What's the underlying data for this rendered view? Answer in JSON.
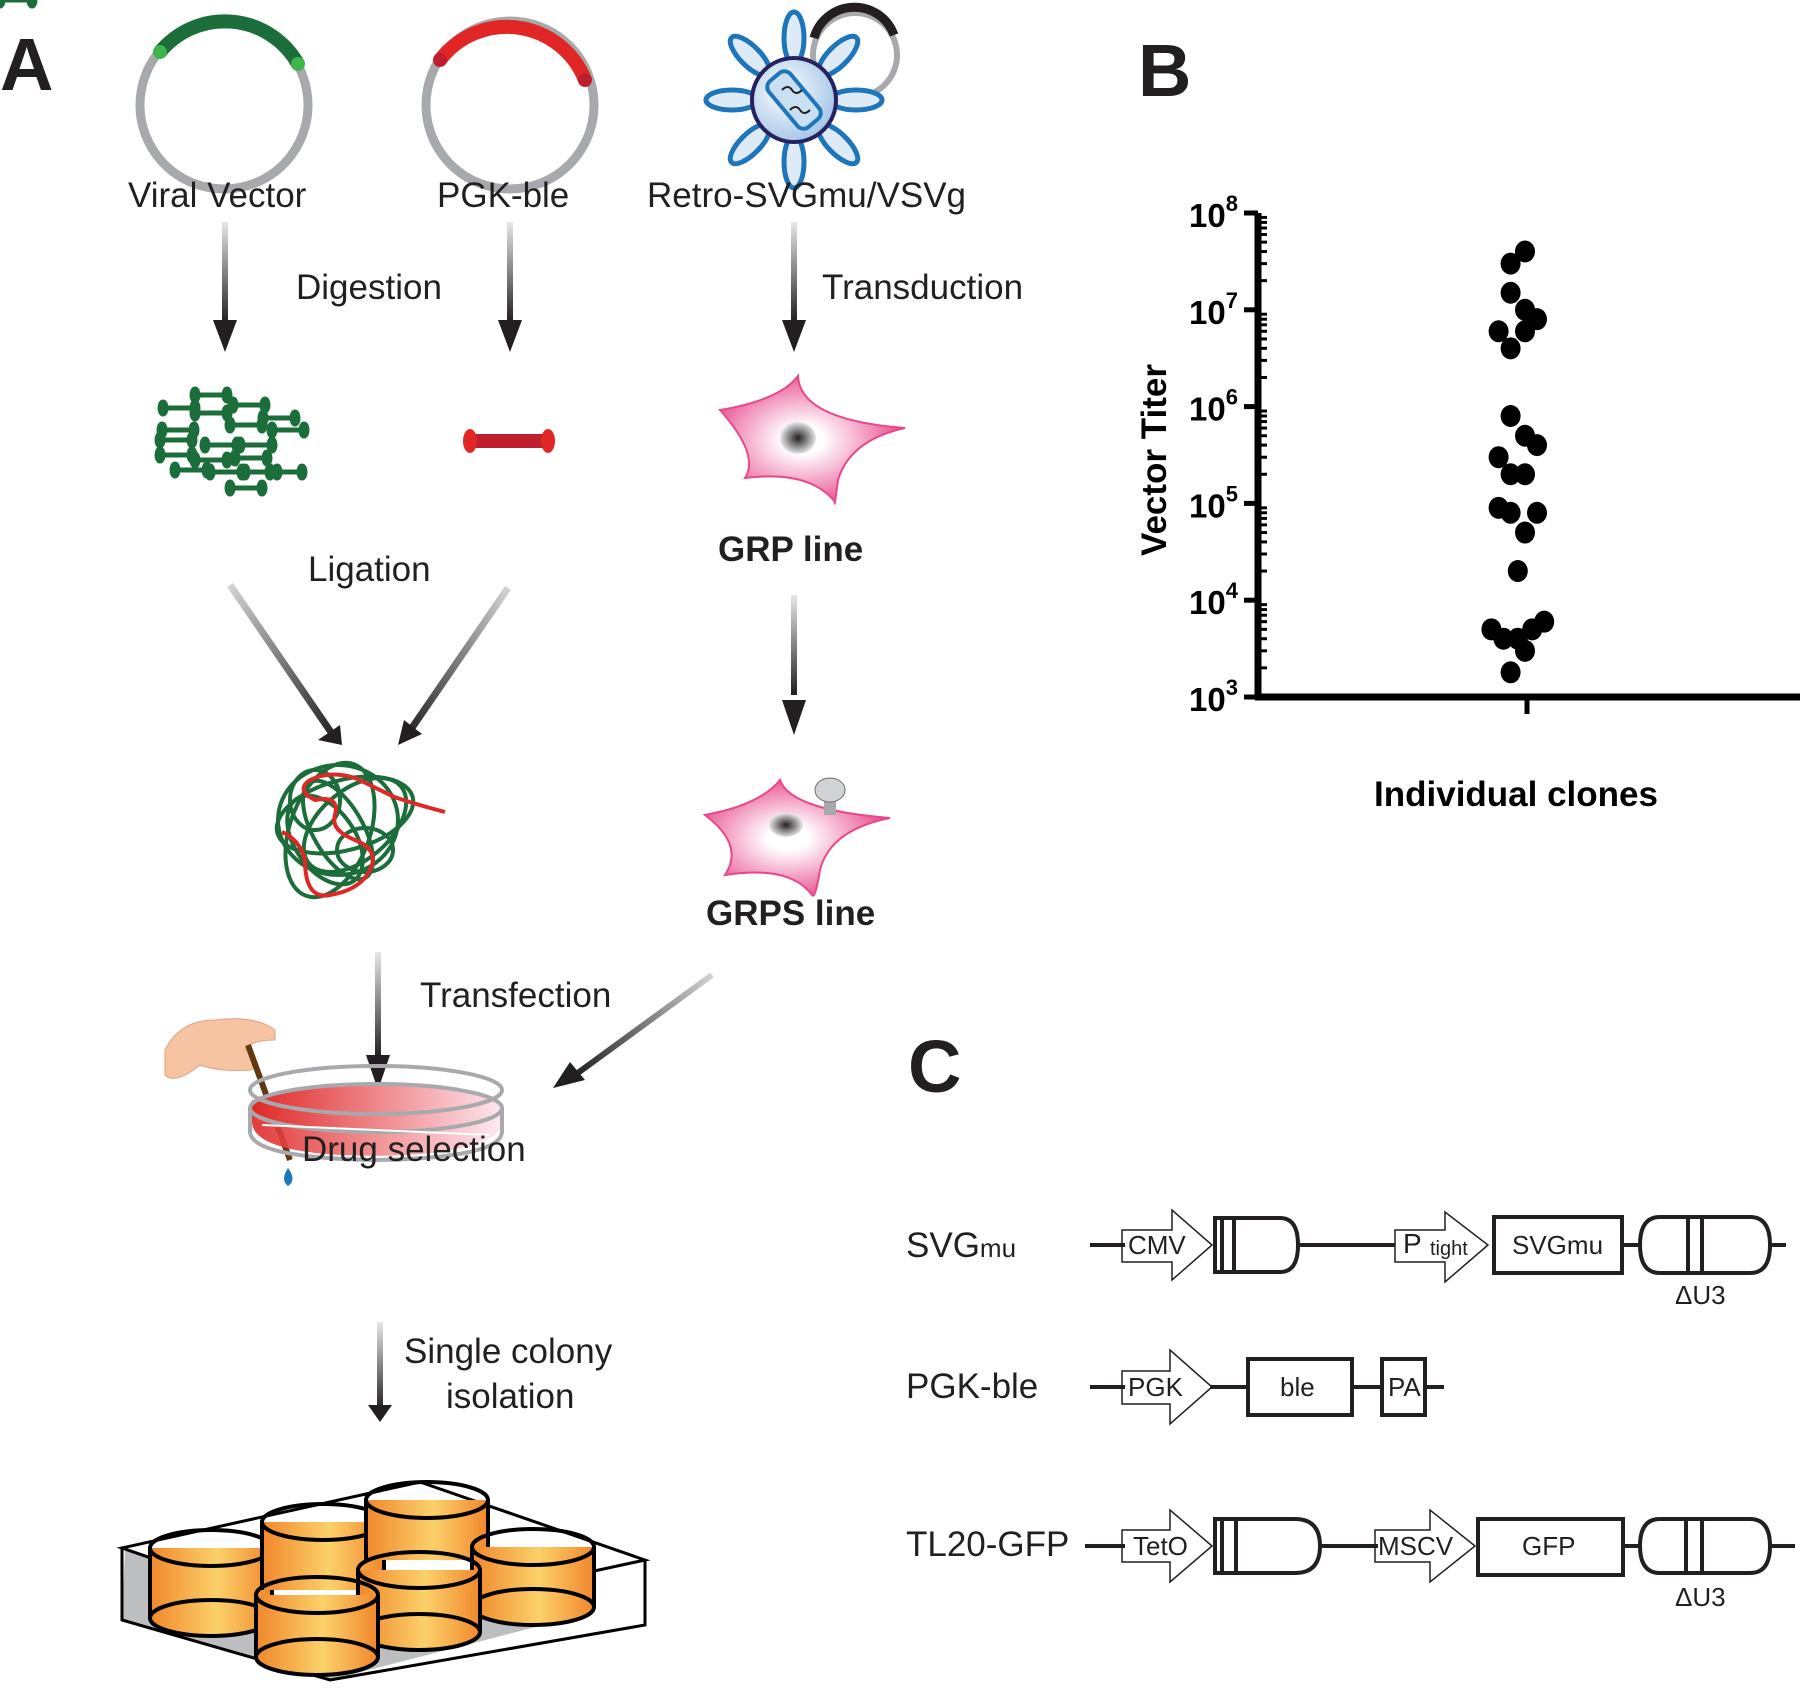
{
  "panels": {
    "a": {
      "letter": "A",
      "sources": [
        "Viral Vector",
        "PGK-ble",
        "Retro-SVGmu/VSVg"
      ],
      "steps": {
        "digestion": "Digestion",
        "transduction": "Transduction",
        "ligation": "Ligation",
        "grp_line": "GRP line",
        "grps_line": "GRPS line",
        "transfection": "Transfection",
        "drug_selection": "Drug selection",
        "single_colony_1": "Single colony",
        "single_colony_2": "isolation"
      },
      "colors": {
        "green": "#1b6e3a",
        "light_green": "#3db54a",
        "red": "#e02726",
        "gray": "#a7a9ac",
        "pink": "#e8478b",
        "blue": "#1d75bc",
        "orange": "#f1872c"
      }
    },
    "b": {
      "letter": "B"
    },
    "c": {
      "letter": "C",
      "constructs": [
        {
          "name": "SVG",
          "name_sub": "mu",
          "elements": [
            "CMV",
            "P",
            "tight",
            "SVGmu"
          ],
          "ltr_label": "ΔU3"
        },
        {
          "name": "PGK-ble",
          "elements": [
            "PGK",
            "ble",
            "PA"
          ]
        },
        {
          "name": "TL20-GFP",
          "elements": [
            "TetO",
            "MSCV",
            "GFP"
          ],
          "ltr_label": "ΔU3"
        }
      ]
    }
  },
  "chart_data": {
    "type": "scatter",
    "title": "",
    "xlabel": "Individual clones",
    "ylabel": "Vector Titer",
    "yscale": "log",
    "ylim": [
      1000,
      100000000
    ],
    "ytick_labels": [
      {
        "base": "10",
        "exp": "3"
      },
      {
        "base": "10",
        "exp": "4"
      },
      {
        "base": "10",
        "exp": "5"
      },
      {
        "base": "10",
        "exp": "6"
      },
      {
        "base": "10",
        "exp": "7"
      },
      {
        "base": "10",
        "exp": "8"
      }
    ],
    "categories": [
      "Individual clones"
    ],
    "values": [
      40000000,
      30000000,
      15000000,
      10000000,
      8000000,
      6000000,
      6000000,
      4000000,
      800000,
      500000,
      400000,
      300000,
      200000,
      200000,
      90000,
      80000,
      80000,
      50000,
      20000,
      6000,
      5000,
      5000,
      4000,
      4000,
      3000,
      1800
    ],
    "jitter": [
      0.5,
      -0.1,
      -0.1,
      0.5,
      1.0,
      -0.6,
      0.5,
      -0.1,
      -0.1,
      0.5,
      1.0,
      -0.6,
      -0.1,
      0.5,
      -0.6,
      -0.1,
      1.0,
      0.5,
      0.2,
      1.3,
      -0.9,
      0.8,
      -0.4,
      0.2,
      0.5,
      -0.1
    ],
    "marker_color": "#000000",
    "grid": false,
    "legend": "none"
  }
}
